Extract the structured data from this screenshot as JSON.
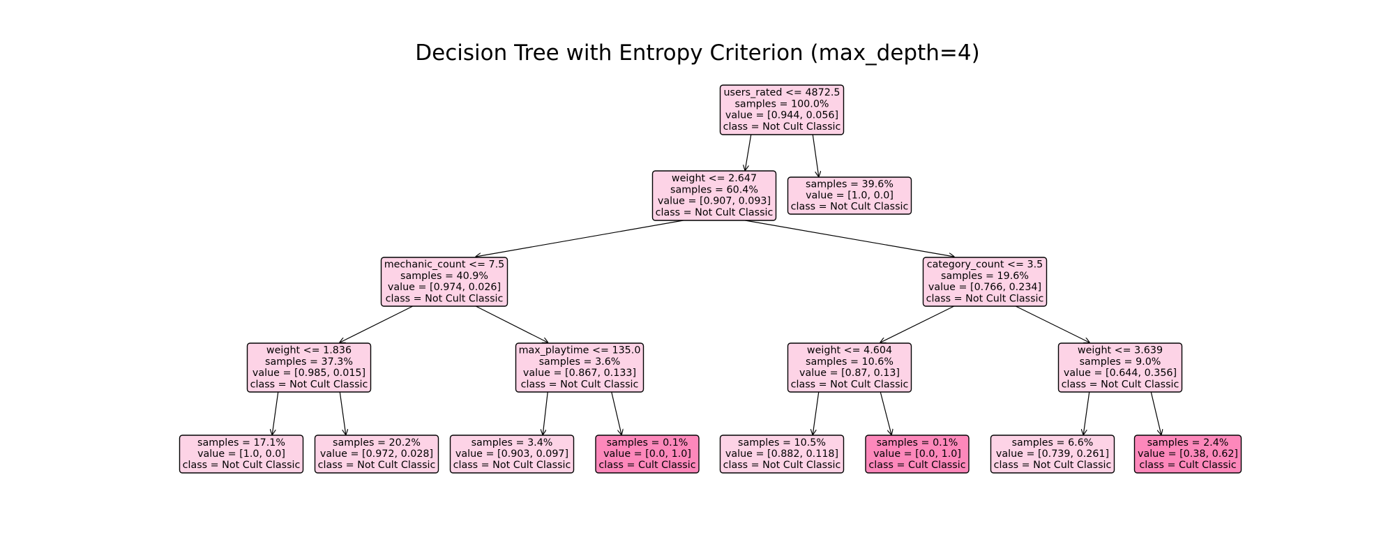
{
  "title": "Decision Tree with Entropy Criterion (max_depth=4)",
  "colors": {
    "light_fill": "#fdd3e6",
    "dark_fill": "#fd88bb",
    "border": "#000000"
  },
  "nodes": [
    {
      "id": "n0",
      "lines": [
        "users_rated <= 4872.5",
        "samples = 100.0%",
        "value = [0.944, 0.056]",
        "class = Not Cult Classic"
      ],
      "fill": "light"
    },
    {
      "id": "n1",
      "lines": [
        "weight <= 2.647",
        "samples = 60.4%",
        "value = [0.907, 0.093]",
        "class = Not Cult Classic"
      ],
      "fill": "light"
    },
    {
      "id": "n2",
      "lines": [
        "samples = 39.6%",
        "value = [1.0, 0.0]",
        "class = Not Cult Classic"
      ],
      "fill": "light"
    },
    {
      "id": "n3",
      "lines": [
        "mechanic_count <= 7.5",
        "samples = 40.9%",
        "value = [0.974, 0.026]",
        "class = Not Cult Classic"
      ],
      "fill": "light"
    },
    {
      "id": "n4",
      "lines": [
        "category_count <= 3.5",
        "samples = 19.6%",
        "value = [0.766, 0.234]",
        "class = Not Cult Classic"
      ],
      "fill": "light"
    },
    {
      "id": "n5",
      "lines": [
        "weight <= 1.836",
        "samples = 37.3%",
        "value = [0.985, 0.015]",
        "class = Not Cult Classic"
      ],
      "fill": "light"
    },
    {
      "id": "n6",
      "lines": [
        "max_playtime <= 135.0",
        "samples = 3.6%",
        "value = [0.867, 0.133]",
        "class = Not Cult Classic"
      ],
      "fill": "light"
    },
    {
      "id": "n7",
      "lines": [
        "weight <= 4.604",
        "samples = 10.6%",
        "value = [0.87, 0.13]",
        "class = Not Cult Classic"
      ],
      "fill": "light"
    },
    {
      "id": "n8",
      "lines": [
        "weight <= 3.639",
        "samples = 9.0%",
        "value = [0.644, 0.356]",
        "class = Not Cult Classic"
      ],
      "fill": "light"
    },
    {
      "id": "n9",
      "lines": [
        "samples = 17.1%",
        "value = [1.0, 0.0]",
        "class = Not Cult Classic"
      ],
      "fill": "light"
    },
    {
      "id": "n10",
      "lines": [
        "samples = 20.2%",
        "value = [0.972, 0.028]",
        "class = Not Cult Classic"
      ],
      "fill": "light"
    },
    {
      "id": "n11",
      "lines": [
        "samples = 3.4%",
        "value = [0.903, 0.097]",
        "class = Not Cult Classic"
      ],
      "fill": "light"
    },
    {
      "id": "n12",
      "lines": [
        "samples = 0.1%",
        "value = [0.0, 1.0]",
        "class = Cult Classic"
      ],
      "fill": "dark"
    },
    {
      "id": "n13",
      "lines": [
        "samples = 10.5%",
        "value = [0.882, 0.118]",
        "class = Not Cult Classic"
      ],
      "fill": "light"
    },
    {
      "id": "n14",
      "lines": [
        "samples = 0.1%",
        "value = [0.0, 1.0]",
        "class = Cult Classic"
      ],
      "fill": "dark"
    },
    {
      "id": "n15",
      "lines": [
        "samples = 6.6%",
        "value = [0.739, 0.261]",
        "class = Not Cult Classic"
      ],
      "fill": "light"
    },
    {
      "id": "n16",
      "lines": [
        "samples = 2.4%",
        "value = [0.38, 0.62]",
        "class = Cult Classic"
      ],
      "fill": "dark"
    }
  ],
  "edges": [
    [
      "n0",
      "n1"
    ],
    [
      "n0",
      "n2"
    ],
    [
      "n1",
      "n3"
    ],
    [
      "n1",
      "n4"
    ],
    [
      "n3",
      "n5"
    ],
    [
      "n3",
      "n6"
    ],
    [
      "n4",
      "n7"
    ],
    [
      "n4",
      "n8"
    ],
    [
      "n5",
      "n9"
    ],
    [
      "n5",
      "n10"
    ],
    [
      "n6",
      "n11"
    ],
    [
      "n6",
      "n12"
    ],
    [
      "n7",
      "n13"
    ],
    [
      "n7",
      "n14"
    ],
    [
      "n8",
      "n15"
    ],
    [
      "n8",
      "n16"
    ]
  ]
}
